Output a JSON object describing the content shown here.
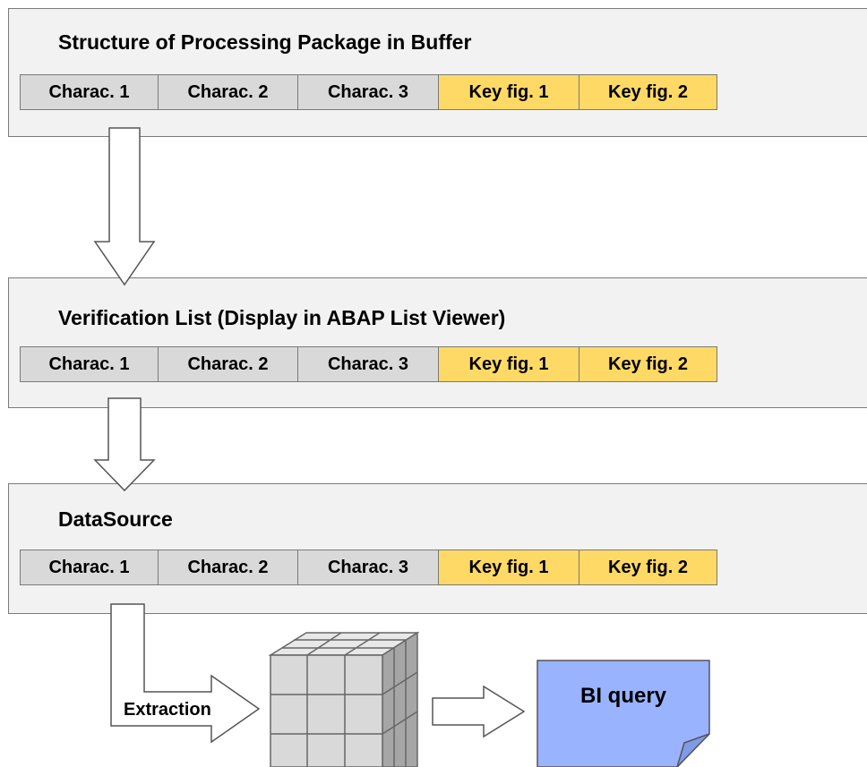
{
  "panels": [
    {
      "title": "Structure of Processing Package in Buffer",
      "fields": [
        "Charac. 1",
        "Charac. 2",
        "Charac. 3",
        "Key fig. 1",
        "Key fig. 2"
      ]
    },
    {
      "title": "Verification List (Display in ABAP List Viewer)",
      "fields": [
        "Charac. 1",
        "Charac. 2",
        "Charac. 3",
        "Key fig. 1",
        "Key fig. 2"
      ]
    },
    {
      "title": "DataSource",
      "fields": [
        "Charac. 1",
        "Charac. 2",
        "Charac. 3",
        "Key fig. 1",
        "Key fig. 2"
      ]
    }
  ],
  "extraction_label": "Extraction",
  "bi_query_label": "BI query",
  "colors": {
    "panel_bg": "#f2f2f2",
    "characteristic_cell": "#d9d9d9",
    "key_figure_cell": "#ffd966",
    "bi_query_note": "#99b3ff",
    "cube_face": "#d9d9d9",
    "border": "#7a7a7a"
  },
  "icons": [
    "down-arrow-icon",
    "right-arrow-icon",
    "cube-icon",
    "note-icon"
  ]
}
